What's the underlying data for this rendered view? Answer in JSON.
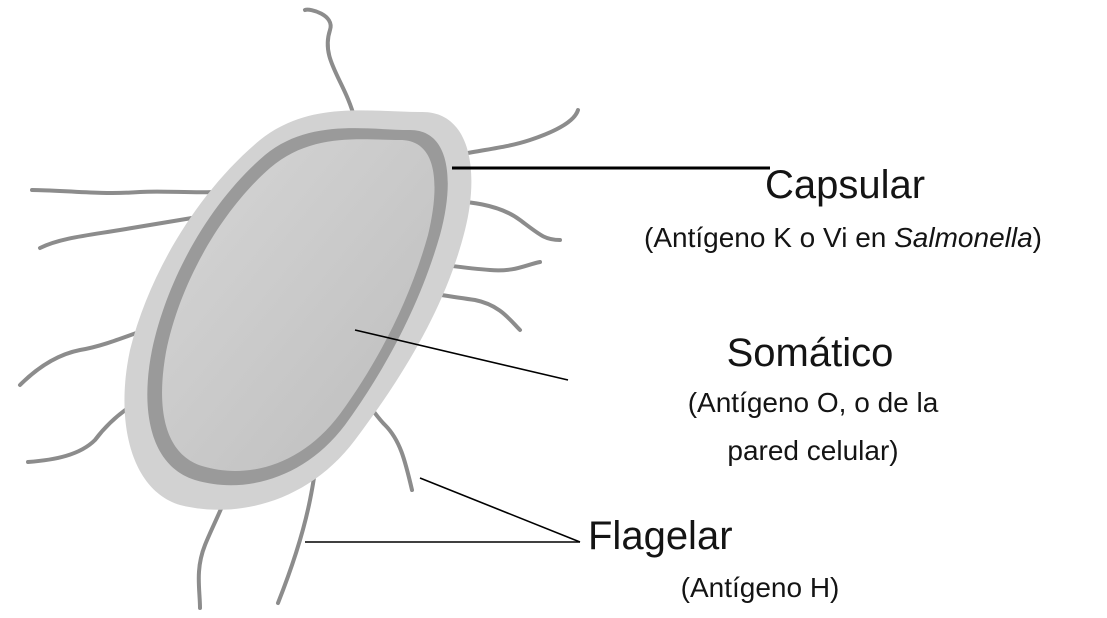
{
  "diagram": {
    "colors": {
      "background": "#ffffff",
      "capsule_layer": "#d2d2d2",
      "cell_wall": "#9a9a9a",
      "cytoplasm": "#c9c9c9",
      "flagella": "#8c8c8c",
      "leader_lines": "#000000",
      "text": "#141414"
    },
    "labels": {
      "capsular": {
        "title": "Capsular",
        "detail_prefix": "(Antígeno K o Vi en ",
        "detail_italic": "Salmonella",
        "detail_suffix": ")"
      },
      "somatico": {
        "title": "Somático",
        "detail_line1": "(Antígeno O, o de la",
        "detail_line2": "pared celular)"
      },
      "flagelar": {
        "title": "Flagelar",
        "detail": "(Antígeno H)"
      }
    }
  }
}
